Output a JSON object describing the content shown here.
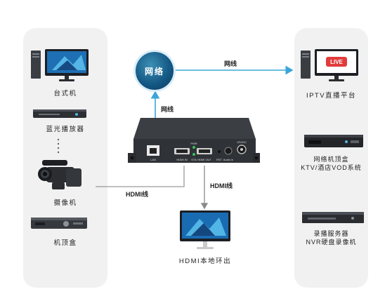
{
  "center": {
    "network_label": "网络"
  },
  "connections": {
    "to_iptv": "网线",
    "encoder_up": "网线",
    "hdmi_in": "HDMI线",
    "hdmi_out": "HDMI线"
  },
  "sources": [
    {
      "label": "台式机",
      "icon": "desktop-pc-icon"
    },
    {
      "label": "蓝光播放器",
      "icon": "bluray-player-icon"
    },
    {
      "label": "摄像机",
      "icon": "video-camera-icon"
    },
    {
      "label": "机顶盒",
      "icon": "set-top-box-icon"
    }
  ],
  "destinations": [
    {
      "label": "IPTV直播平台",
      "icon": "live-monitor-icon"
    },
    {
      "label": "网络机顶盒",
      "sublabel": "KTV/酒店VOD系统",
      "icon": "network-stb-icon"
    },
    {
      "label": "录播服务器",
      "sublabel": "NVR硬盘录像机",
      "icon": "nvr-recorder-icon"
    }
  ],
  "loop_out": {
    "label": "HDMI本地环出",
    "icon": "local-monitor-icon"
  },
  "encoder": {
    "port_labels": {
      "lan": "LAN",
      "hdmi_in": "HDMI IN",
      "pwr": "PWR",
      "sta": "STA",
      "hdmi_out": "HDMI OUT",
      "rst": "RST",
      "audio_in": "Audio in",
      "dc": "12V/DC"
    }
  },
  "colors": {
    "arrow": "#3aa6d8",
    "line": "#9a9a9a",
    "panel": "#f1f1f1",
    "device": "#2f3236",
    "live": "#e23b3b"
  }
}
